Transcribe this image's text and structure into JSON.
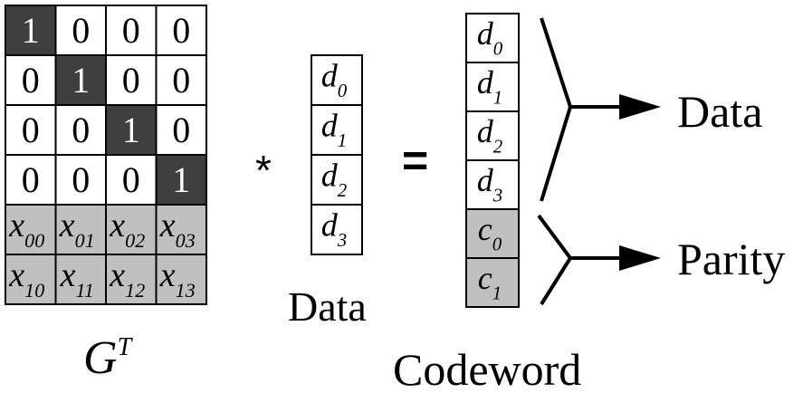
{
  "matrix": {
    "label_main": "G",
    "label_sup": "T",
    "identity_rows": [
      [
        "1",
        "0",
        "0",
        "0"
      ],
      [
        "0",
        "1",
        "0",
        "0"
      ],
      [
        "0",
        "0",
        "1",
        "0"
      ],
      [
        "0",
        "0",
        "0",
        "1"
      ]
    ],
    "parity_rows": [
      [
        {
          "base": "x",
          "sub": "00"
        },
        {
          "base": "x",
          "sub": "01"
        },
        {
          "base": "x",
          "sub": "02"
        },
        {
          "base": "x",
          "sub": "03"
        }
      ],
      [
        {
          "base": "x",
          "sub": "10"
        },
        {
          "base": "x",
          "sub": "11"
        },
        {
          "base": "x",
          "sub": "12"
        },
        {
          "base": "x",
          "sub": "13"
        }
      ]
    ]
  },
  "operator_multiply": "*",
  "operator_equals": "=",
  "data_vector": {
    "label": "Data",
    "entries": [
      {
        "base": "d",
        "sub": "0"
      },
      {
        "base": "d",
        "sub": "1"
      },
      {
        "base": "d",
        "sub": "2"
      },
      {
        "base": "d",
        "sub": "3"
      }
    ]
  },
  "codeword": {
    "label": "Codeword",
    "data_entries": [
      {
        "base": "d",
        "sub": "0"
      },
      {
        "base": "d",
        "sub": "1"
      },
      {
        "base": "d",
        "sub": "2"
      },
      {
        "base": "d",
        "sub": "3"
      }
    ],
    "parity_entries": [
      {
        "base": "c",
        "sub": "0"
      },
      {
        "base": "c",
        "sub": "1"
      }
    ]
  },
  "annotations": {
    "data_label": "Data",
    "parity_label": "Parity"
  },
  "colors": {
    "identity_one_fill": "#3f3f3f",
    "identity_one_text": "#ffffff",
    "parity_fill": "#c0c0c0",
    "cell_fill": "#ffffff",
    "stroke": "#000000"
  }
}
